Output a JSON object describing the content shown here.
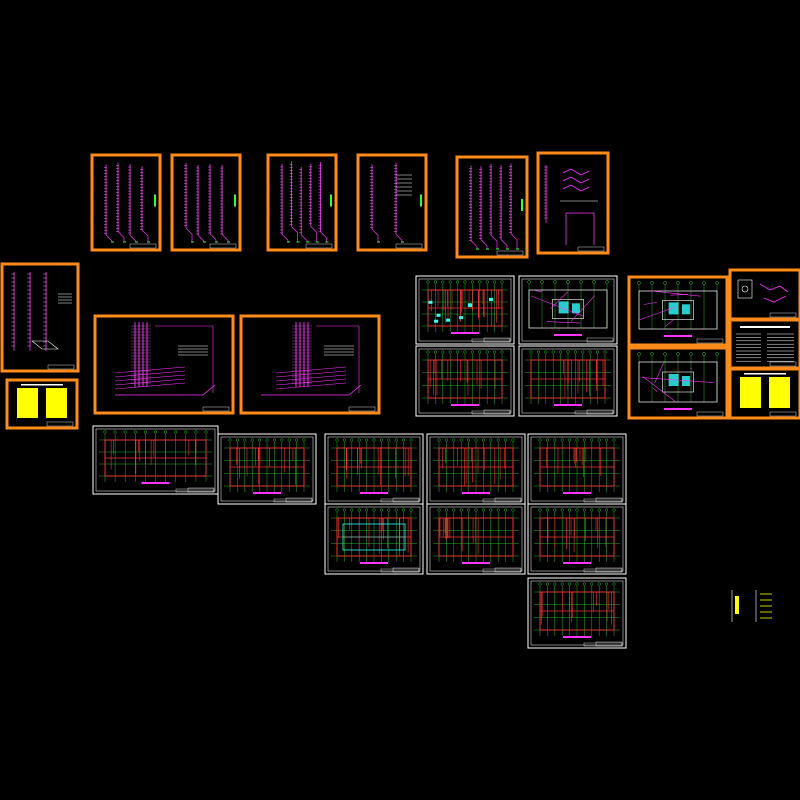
{
  "viewer": {
    "background": "#000000"
  },
  "colors": {
    "orange_frame": "#ff8c1a",
    "white_frame": "#ffffff",
    "pipe": "#ff33ff",
    "riser": "#ff66ff",
    "grid": "#33ff33",
    "wall": "#ff3333",
    "cyan": "#33ffff",
    "yellow": "#ffff00",
    "title_block": "#ff33ff"
  },
  "sheets": [
    {
      "id": "riser-diagram-1",
      "kind": "riser",
      "frame": "orange"
    },
    {
      "id": "riser-diagram-2",
      "kind": "riser",
      "frame": "orange"
    },
    {
      "id": "riser-diagram-3",
      "kind": "riser",
      "frame": "orange"
    },
    {
      "id": "riser-diagram-4",
      "kind": "riser-sparse",
      "frame": "orange"
    },
    {
      "id": "riser-diagram-5",
      "kind": "riser",
      "frame": "orange"
    },
    {
      "id": "riser-diagram-6",
      "kind": "riser-detail",
      "frame": "orange"
    },
    {
      "id": "system-diagram-left",
      "kind": "system",
      "frame": "orange"
    },
    {
      "id": "notes-sheet-yellow",
      "kind": "yellow-notes",
      "frame": "orange"
    },
    {
      "id": "iso-system-1",
      "kind": "isometric",
      "frame": "orange"
    },
    {
      "id": "iso-system-2",
      "kind": "isometric",
      "frame": "orange"
    },
    {
      "id": "plan-top-1",
      "kind": "plan-dense",
      "frame": "white"
    },
    {
      "id": "plan-top-2",
      "kind": "plan-room",
      "frame": "white"
    },
    {
      "id": "plan-top-3",
      "kind": "plan-room",
      "frame": "orange"
    },
    {
      "id": "detail-top-right",
      "kind": "detail",
      "frame": "orange"
    },
    {
      "id": "notes-right-1",
      "kind": "notes",
      "frame": "orange"
    },
    {
      "id": "notes-right-yellow",
      "kind": "yellow-notes",
      "frame": "orange"
    },
    {
      "id": "plan-mid-1",
      "kind": "plan",
      "frame": "white"
    },
    {
      "id": "plan-mid-2",
      "kind": "plan",
      "frame": "white"
    },
    {
      "id": "plan-mid-3",
      "kind": "plan-room",
      "frame": "orange"
    },
    {
      "id": "floor-plan-1",
      "kind": "plan-long",
      "frame": "white"
    },
    {
      "id": "floor-plan-2",
      "kind": "plan-long",
      "frame": "white"
    },
    {
      "id": "floor-plan-3",
      "kind": "plan-long",
      "frame": "white"
    },
    {
      "id": "floor-plan-4",
      "kind": "plan-long",
      "frame": "white"
    },
    {
      "id": "floor-plan-5",
      "kind": "plan-long",
      "frame": "white"
    },
    {
      "id": "floor-plan-6",
      "kind": "plan-long-cyan",
      "frame": "white"
    },
    {
      "id": "floor-plan-7",
      "kind": "plan-long",
      "frame": "white"
    },
    {
      "id": "floor-plan-8",
      "kind": "plan-long",
      "frame": "white"
    },
    {
      "id": "floor-plan-9",
      "kind": "plan-long",
      "frame": "white"
    },
    {
      "id": "legend-fragment",
      "kind": "legend",
      "frame": "none"
    }
  ]
}
